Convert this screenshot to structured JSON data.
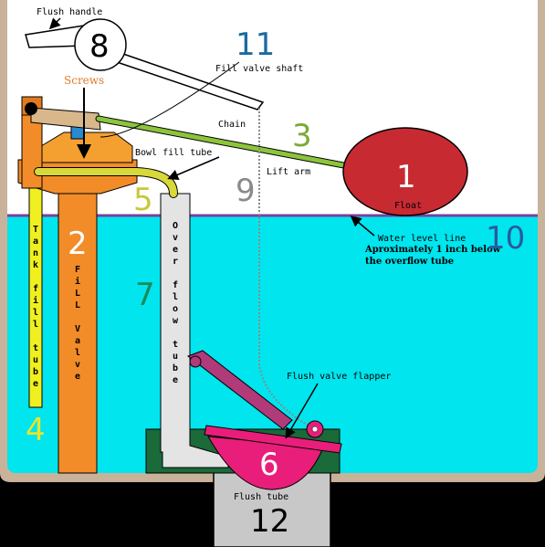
{
  "labels": {
    "flush_handle": "Flush handle",
    "screws": "Screws",
    "fill_valve_shaft": "Fill valve shaft",
    "chain": "Chain",
    "bowl_fill_tube": "Bowl fill tube",
    "lift_arm": "Lift arm",
    "float": "Float",
    "water_level_line": "Water level line",
    "water_level_note_1": "Aproximately 1 inch below",
    "water_level_note_2": "the overflow tube",
    "flush_valve_flapper": "Flush valve flapper",
    "flush_tube": "Flush tube"
  },
  "vertical_labels": {
    "tank_fill_tube": [
      "T",
      "a",
      "n",
      "k",
      "",
      "f",
      "i",
      "l",
      "l",
      "",
      "t",
      "u",
      "b",
      "e"
    ],
    "fill_valve": [
      "F",
      "i",
      "L",
      "L",
      "",
      "V",
      "a",
      "l",
      "v",
      "e"
    ],
    "overflow_tube": [
      "O",
      "v",
      "e",
      "r",
      "",
      "f",
      "l",
      "o",
      "w",
      "",
      "t",
      "u",
      "b",
      "e"
    ]
  },
  "numbers": {
    "n1": "1",
    "n2": "2",
    "n3": "3",
    "n4": "4",
    "n5": "5",
    "n6": "6",
    "n7": "7",
    "n8": "8",
    "n9": "9",
    "n10": "10",
    "n11": "11",
    "n12": "12"
  },
  "colors": {
    "background": "#000000",
    "tank_air": "#ffffff",
    "tank_wall": "#c8b39a",
    "water": "#00e5ee",
    "water_line": "#7a3fa0",
    "fill_valve": "#f28c28",
    "fill_valve_top": "#f4a030",
    "tank_fill_tube": "#f0f020",
    "bowl_fill_tube": "#d8d83a",
    "float": "#c82a32",
    "lift_arm": "#8cc43c",
    "handle_arm": "#d8b88a",
    "overflow_tube": "#e4e4e4",
    "flush_valve_base": "#1a6a3a",
    "flapper": "#e81e7a",
    "flush_tube": "#c8c8c8",
    "blue_clip": "#2a8ad0",
    "n1": "#ffffff",
    "n2": "#ffffff",
    "n3": "#7aaa3a",
    "n4": "#e6e62a",
    "n5": "#c8c83a",
    "n6": "#ffffff",
    "n7": "#1a8a5a",
    "n8": "#000000",
    "n9": "#8a8a8a",
    "n10": "#2a5aa0",
    "n11": "#1a6aa0",
    "n12": "#000000",
    "screws": "#e07a2a"
  }
}
